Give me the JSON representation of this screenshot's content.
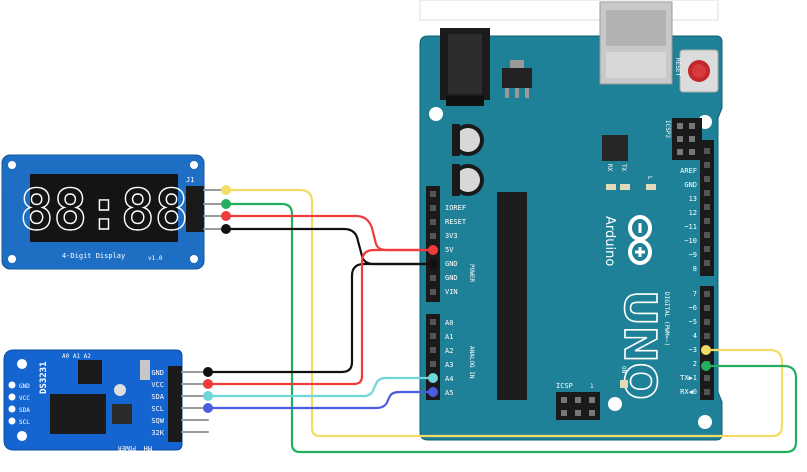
{
  "display_module": {
    "header_label": "J1",
    "caption": "4-Digit Display",
    "version": "v1.0",
    "digits": "88:88"
  },
  "rtc_module": {
    "chip_label": "DS3231",
    "addr_labels": "A0 A1 A2",
    "left_pins": [
      "GND",
      "VCC",
      "SDA",
      "SCL"
    ],
    "right_pins": [
      "GND",
      "VCC",
      "SDA",
      "SCL",
      "SQW",
      "32K"
    ],
    "bottom_labels": [
      "MH",
      "POWER"
    ]
  },
  "arduino": {
    "brand": "Arduino",
    "model": "UNO",
    "reset_label": "RESET",
    "icsp2_label": "ICSP2",
    "icsp_label": "ICSP",
    "icsp_num": "1",
    "on_label": "ON",
    "rx_label": "RX",
    "tx_label": "TX",
    "l_label": "L",
    "power_group_label": "POWER",
    "analog_group_label": "ANALOG IN",
    "digital_group_label": "DIGITAL (PWM=~)",
    "power_pins": [
      "IOREF",
      "RESET",
      "3V3",
      "5V",
      "GND",
      "GND",
      "VIN"
    ],
    "analog_pins": [
      "A0",
      "A1",
      "A2",
      "A3",
      "A4",
      "A5"
    ],
    "digital_upper": [
      "AREF",
      "GND",
      "13",
      "12",
      "~11",
      "~10",
      "~9",
      "8"
    ],
    "digital_lower": [
      "7",
      "~6",
      "~5",
      "4",
      "~3",
      "2",
      "TX▶1",
      "RX◀0"
    ]
  },
  "wire_colors": {
    "yellow": "#f3dc66",
    "green": "#23b05e",
    "red": "#ef3b3b",
    "black": "#111111",
    "cyan": "#6fd6da",
    "blue": "#4a5de0"
  },
  "board_colors": {
    "arduino": "#1e8197",
    "display": "#1e6fc3",
    "rtc": "#1565d1"
  }
}
